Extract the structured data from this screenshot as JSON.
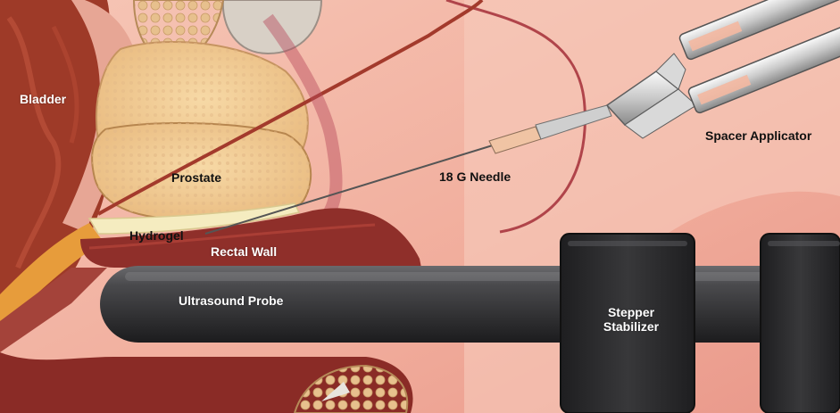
{
  "labels": {
    "bladder": "Bladder",
    "prostate": "Prostate",
    "needle": "18 G Needle",
    "spacer_applicator": "Spacer Applicator",
    "hydrogel": "Hydrogel",
    "rectal_wall": "Rectal Wall",
    "ultrasound_probe": "Ultrasound Probe",
    "stepper_line1": "Stepper",
    "stepper_line2": "Stabilizer"
  },
  "colors": {
    "background_skin": "#f3b7a7",
    "bladder_tissue": "#9e3a28",
    "prostate_gland": "#f2cf94",
    "hydrogel": "#f5ecc0",
    "rectal_wall": "#8f2f2a",
    "probe": "#3a3a3c",
    "stepper": "#2d2d2f"
  }
}
